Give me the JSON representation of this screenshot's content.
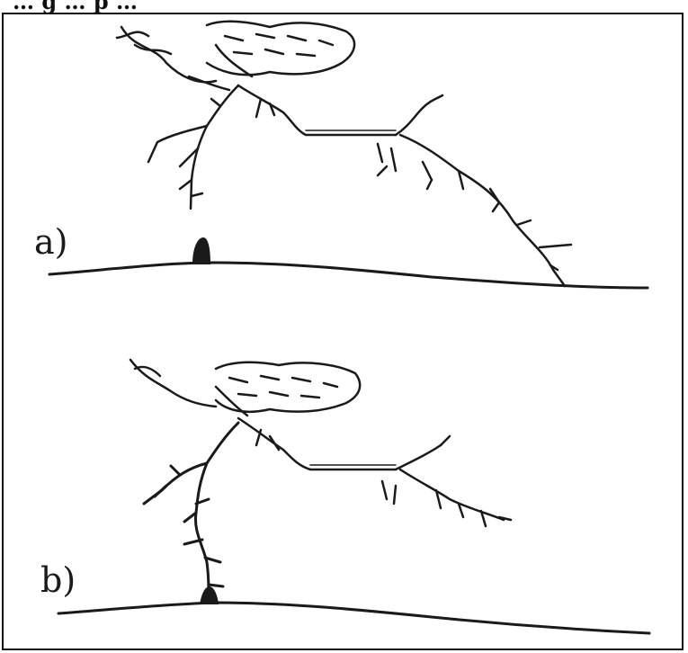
{
  "figure": {
    "caption_fragment": "… g … p …",
    "panels": [
      {
        "label": "a)",
        "description_icon": "lightning-with-horizontal-channel-reaching-ground"
      },
      {
        "label": "b)",
        "description_icon": "lightning-with-vertical-channel-to-object"
      }
    ]
  }
}
